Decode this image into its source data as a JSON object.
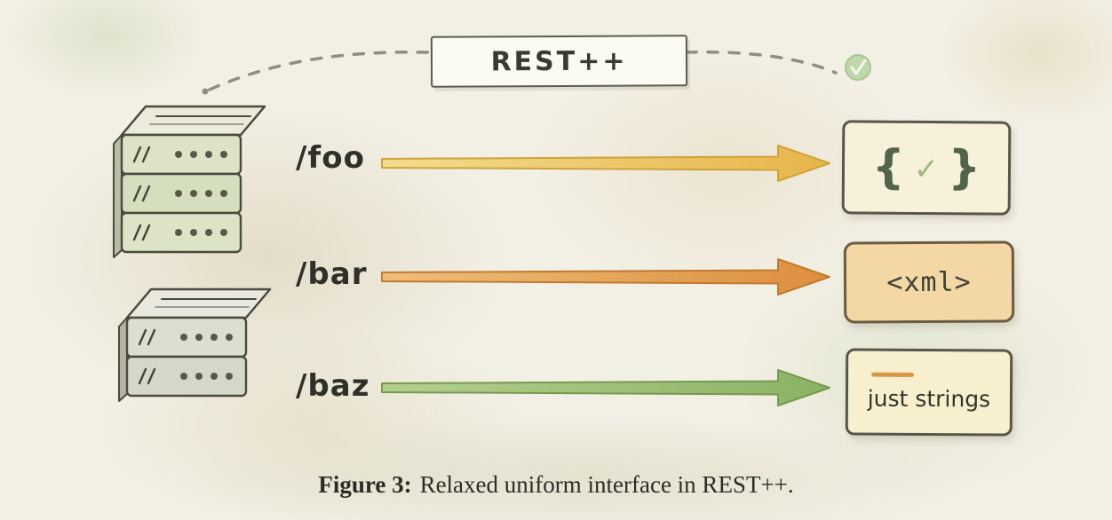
{
  "banner": {
    "label": "REST++"
  },
  "endpoints": [
    {
      "path": "/foo",
      "result": "json"
    },
    {
      "path": "/bar",
      "result": "xml"
    },
    {
      "path": "/baz",
      "result": "strings"
    }
  ],
  "results": {
    "json": {
      "open_brace": "{",
      "check": "✓",
      "close_brace": "}"
    },
    "xml": {
      "text": "<xml>"
    },
    "strings": {
      "text": "just strings"
    }
  },
  "caption": {
    "label": "Figure 3:",
    "text": "Relaxed uniform interface in REST++."
  },
  "colors": {
    "background": "#f2efe4",
    "arrow_foo": "#e7b64a",
    "arrow_bar": "#dd8f3e",
    "arrow_baz": "#8cb264",
    "server_fill": "#dde3c6",
    "json_box": "#f6f1d8",
    "xml_box": "#f3d7a4",
    "strings_box": "#f7efce",
    "check_circle": "#b7d5a2"
  }
}
